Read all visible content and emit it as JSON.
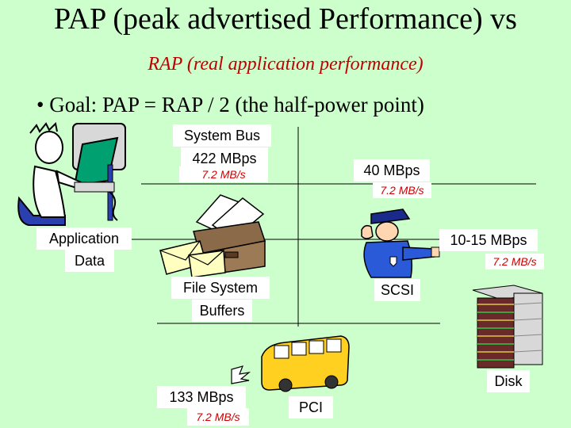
{
  "slide": {
    "title": "PAP (peak advertised Performance) vs",
    "subtitle": "RAP (real application performance)",
    "bullet": "Goal: PAP = RAP / 2 (the half-power point)"
  },
  "labels": {
    "system_bus": "System Bus",
    "system_bus_rate": "422 MBps",
    "system_bus_real": "7.2 MB/s",
    "bus40_rate": "40 MBps",
    "bus40_real": "7.2 MB/s",
    "app_data_line1": "Application",
    "app_data_line2": "Data",
    "scsi_rate": "10-15 MBps",
    "scsi_real": "7.2 MB/s",
    "fs_line1": "File System",
    "fs_line2": "Buffers",
    "scsi": "SCSI",
    "disk": "Disk",
    "pci_rate": "133 MBps",
    "pci_real": "7.2 MB/s",
    "pci": "PCI"
  },
  "icons": [
    "person-at-computer-icon",
    "file-box-icon",
    "envelope-icon",
    "police-officer-icon",
    "disk-stack-icon",
    "school-bus-icon"
  ]
}
